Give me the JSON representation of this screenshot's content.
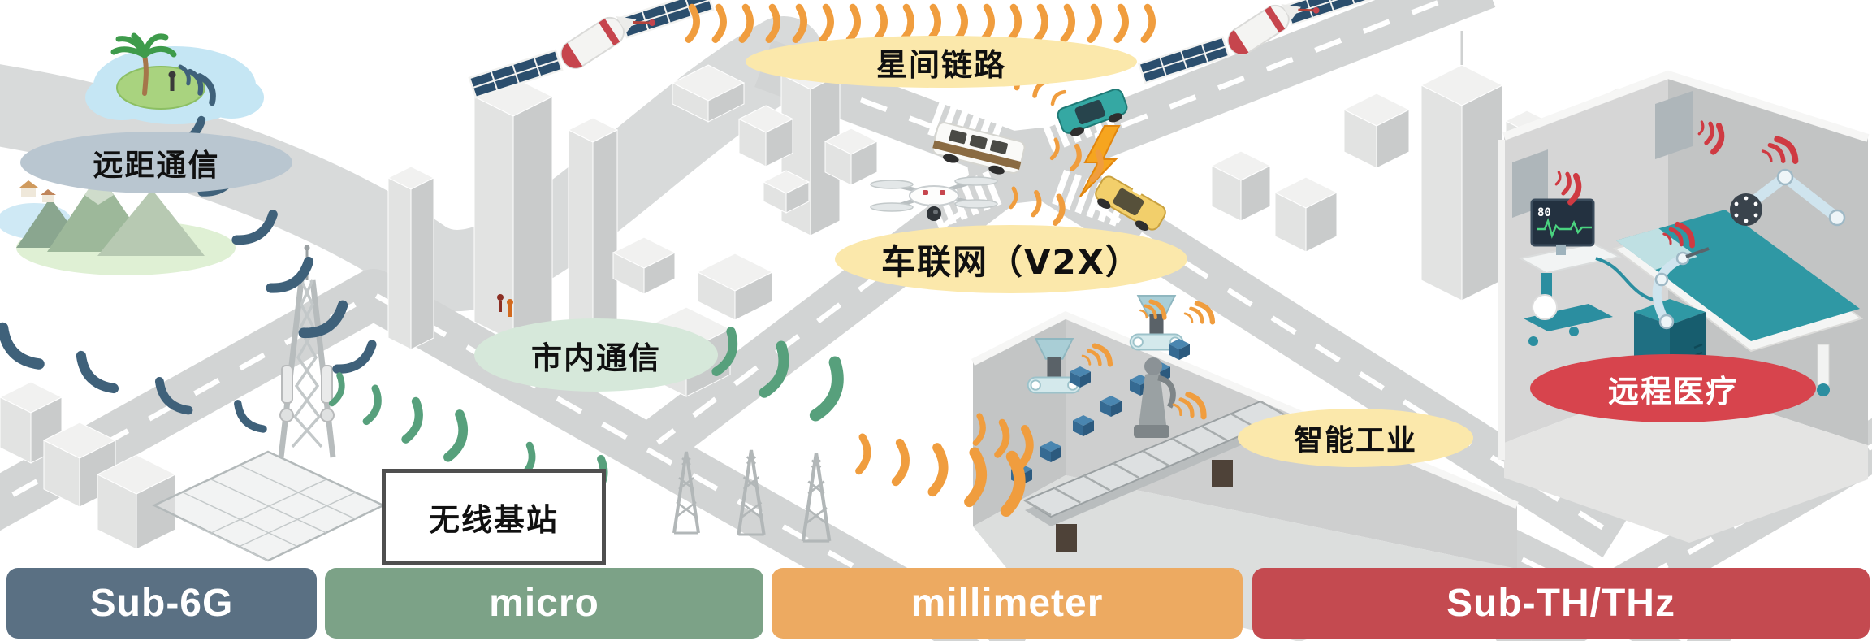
{
  "labels": {
    "long_distance_comm": "远距通信",
    "inter_satellite_link": "星间链路",
    "v2x": "车联网（V2X）",
    "urban_comm": "市内通信",
    "wireless_base_station": "无线基站",
    "smart_industry": "智能工业",
    "telemedicine": "远程医疗"
  },
  "frequency_bands": [
    {
      "label": "Sub-6G",
      "color": "#5a7083"
    },
    {
      "label": "micro",
      "color": "#7ca287"
    },
    {
      "label": "millimeter",
      "color": "#edaa61"
    },
    {
      "label": "Sub-TH/THz",
      "color": "#c44a50"
    }
  ],
  "signal_colors": {
    "sub6g": "#3f617a",
    "micro": "#57a07c",
    "millimeter": "#f09d3e",
    "thz": "#cf3a42"
  },
  "bubble_colors": {
    "long_distance": "#b9c6d0",
    "yellow": "#fbe8ab",
    "urban": "#d6e8da",
    "telemedicine": "#d7444d",
    "base_station_border": "#4f4f4f"
  },
  "hospital": {
    "monitor_reading": "80"
  }
}
